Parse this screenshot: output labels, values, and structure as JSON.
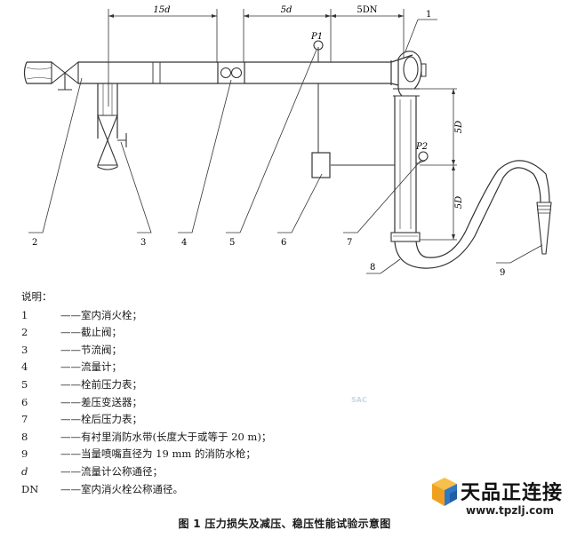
{
  "figure": {
    "dims": {
      "d15": "15d",
      "d5": "5d",
      "dn5": "5DN",
      "D5_upper": "5D",
      "D5_lower": "5D"
    },
    "gauges": {
      "p1": "P1",
      "p2": "P2"
    },
    "callouts": [
      "1",
      "2",
      "3",
      "4",
      "5",
      "6",
      "7",
      "8",
      "9"
    ]
  },
  "legend": {
    "title": "说明：",
    "items": [
      {
        "key": "1",
        "text": "——室内消火栓；"
      },
      {
        "key": "2",
        "text": "——截止阀；"
      },
      {
        "key": "3",
        "text": "——节流阀；"
      },
      {
        "key": "4",
        "text": "——流量计；"
      },
      {
        "key": "5",
        "text": "——栓前压力表；"
      },
      {
        "key": "6",
        "text": "——差压变送器；"
      },
      {
        "key": "7",
        "text": "——栓后压力表；"
      },
      {
        "key": "8",
        "text": "——有衬里消防水带(长度大于或等于 20 m)；"
      },
      {
        "key": "9",
        "text": "——当量喷嘴直径为 19 mm 的消防水枪；"
      },
      {
        "key": "d",
        "text": "——流量计公称通径；"
      },
      {
        "key": "DN",
        "text": "——室内消火栓公称通径。"
      }
    ]
  },
  "caption": "图 1   压力损失及减压、稳压性能试验示意图",
  "watermark": "SAC",
  "logo": {
    "name": "天品正连接",
    "url": "www.tpzlj.com"
  },
  "colors": {
    "line": "#222222",
    "pipe": "#333333",
    "logo_orange": "#f0a020",
    "logo_blue": "#2f78c4"
  }
}
